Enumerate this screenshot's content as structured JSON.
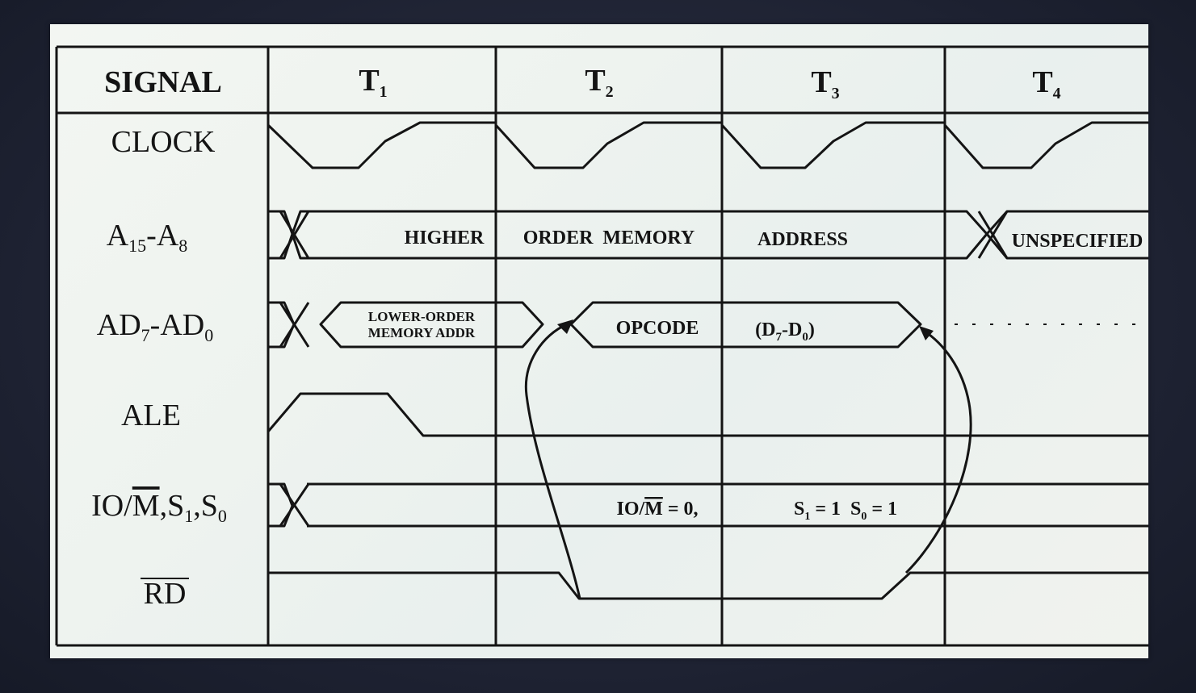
{
  "headers": {
    "signal": "SIGNAL",
    "t1": "T",
    "t1_sub": "1",
    "t2": "T",
    "t2_sub": "2",
    "t3": "T",
    "t3_sub": "3",
    "t4": "T",
    "t4_sub": "4"
  },
  "signals": {
    "clock": "CLOCK",
    "a15_a8_a": "A",
    "a15_a8_s1": "15",
    "a15_a8_b": "-A",
    "a15_a8_s2": "8",
    "ad7_ad0_a": "AD",
    "ad7_ad0_s1": "7",
    "ad7_ad0_b": "-AD",
    "ad7_ad0_s2": "0",
    "ale": "ALE",
    "io_m_a": "IO/",
    "io_m_b": "M",
    "io_m_c": ",S",
    "io_m_s1": "1",
    "io_m_d": ",S",
    "io_m_s2": "0",
    "rd": "RD"
  },
  "bus_labels": {
    "higher": "HIGHER",
    "order_memory": "ORDER  MEMORY",
    "address": "ADDRESS",
    "unspecified": "UNSPECIFIED",
    "lower_order_1": "LOWER-ORDER",
    "lower_order_2": "MEMORY ADDR",
    "opcode": "OPCODE",
    "data_a": "(D",
    "data_s1": "7",
    "data_b": "-D",
    "data_s2": "0",
    "data_c": ")",
    "io_val_a": "IO/",
    "io_val_b": "M",
    "io_val_c": " = 0,",
    "s_val_a": "S",
    "s_val_s1": "1",
    "s_val_b": " = 1  S",
    "s_val_s2": "0",
    "s_val_c": " = 1"
  },
  "colors": {
    "ink": "#141414",
    "paper": "#f1f4f0",
    "bezel": "#23283a"
  }
}
